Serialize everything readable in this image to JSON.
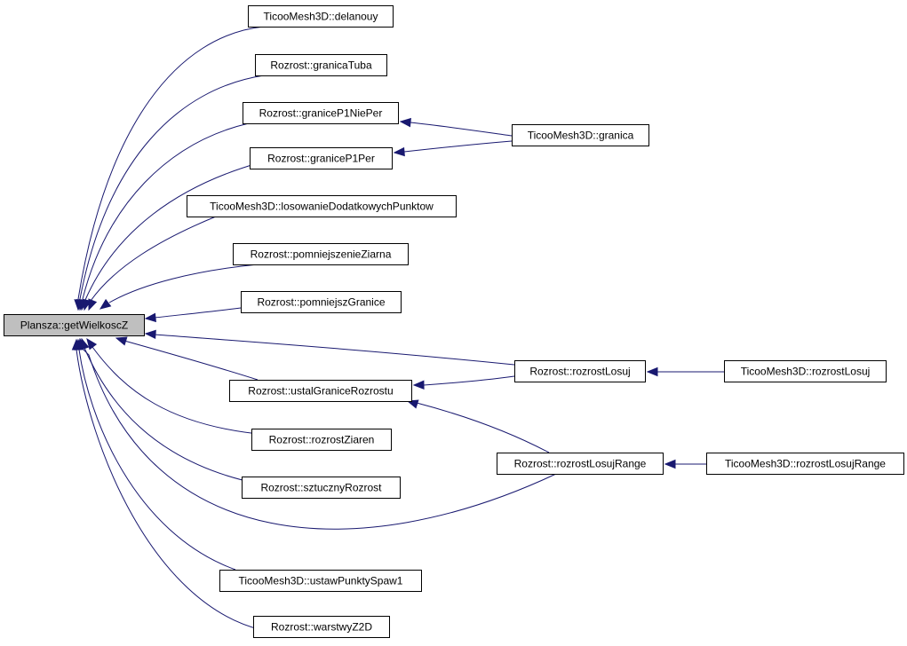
{
  "colors": {
    "edge": "#191970",
    "root_fill": "#bfbfbf",
    "node_fill": "#ffffff",
    "border": "#000000"
  },
  "nodes": [
    {
      "id": "root",
      "label": "Plansza::getWielkoscZ",
      "root": true
    },
    {
      "id": "delanouy",
      "label": "TicooMesh3D::delanouy"
    },
    {
      "id": "granicaTuba",
      "label": "Rozrost::granicaTuba"
    },
    {
      "id": "graniceP1NiePer",
      "label": "Rozrost::graniceP1NiePer"
    },
    {
      "id": "graniceP1Per",
      "label": "Rozrost::graniceP1Per"
    },
    {
      "id": "losowanie",
      "label": "TicooMesh3D::losowanieDodatkowychPunktow"
    },
    {
      "id": "pomniejszenieZiarna",
      "label": "Rozrost::pomniejszenieZiarna"
    },
    {
      "id": "pomniejszGranice",
      "label": "Rozrost::pomniejszGranice"
    },
    {
      "id": "ustalGraniceRozrostu",
      "label": "Rozrost::ustalGraniceRozrostu"
    },
    {
      "id": "rozrostZiaren",
      "label": "Rozrost::rozrostZiaren"
    },
    {
      "id": "sztucznyRozrost",
      "label": "Rozrost::sztucznyRozrost"
    },
    {
      "id": "ustawPunktySpaw1",
      "label": "TicooMesh3D::ustawPunktySpaw1"
    },
    {
      "id": "warstwyZ2D",
      "label": "Rozrost::warstwyZ2D"
    },
    {
      "id": "granica",
      "label": "TicooMesh3D::granica"
    },
    {
      "id": "rozrostLosuj",
      "label": "Rozrost::rozrostLosuj"
    },
    {
      "id": "rozrostLosujRange",
      "label": "Rozrost::rozrostLosujRange"
    },
    {
      "id": "tmRozrostLosuj",
      "label": "TicooMesh3D::rozrostLosuj"
    },
    {
      "id": "tmRozrostLosujRange",
      "label": "TicooMesh3D::rozrostLosujRange"
    }
  ]
}
